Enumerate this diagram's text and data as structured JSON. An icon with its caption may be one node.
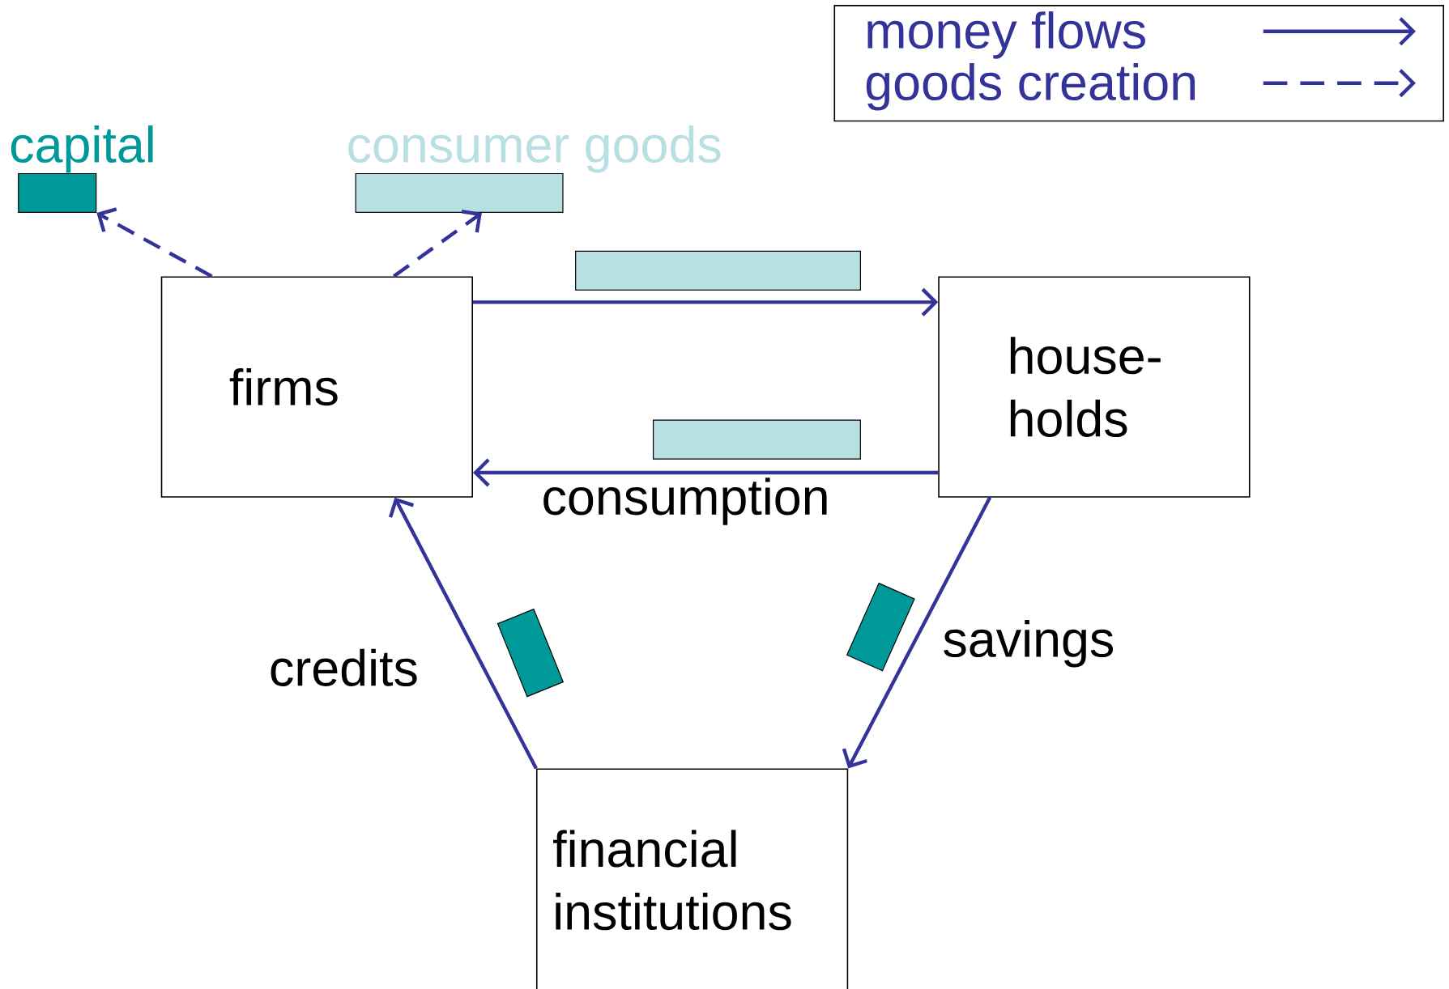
{
  "diagram": {
    "nodes": [
      {
        "text": [
          "firms"
        ]
      },
      {
        "text": [
          "house- holds"
        ]
      },
      {
        "text": [
          "financial institutions"
        ]
      },
      {
        "text": [
          "capital"
        ]
      },
      {
        "text": [
          "consumer goods"
        ]
      },
      {
        "text": [],
        "shape": "box"
      },
      {
        "text": [],
        "shape": "box"
      },
      {
        "text": [],
        "shape": "box"
      },
      {
        "text": [],
        "shape": "box"
      }
    ],
    "edges": [
      {
        "from": 0,
        "to": 3,
        "arrow": "to",
        "style": "dashed"
      },
      {
        "from": 0,
        "to": 4,
        "arrow": "to",
        "style": "dashed"
      },
      {
        "from": 0,
        "to": 1,
        "arrow": "to"
      },
      {
        "from": 1,
        "to": 0,
        "arrow": "to",
        "label": "consumption"
      },
      {
        "from": 1,
        "to": 2,
        "arrow": "to",
        "label": "savings"
      },
      {
        "from": 2,
        "to": 0,
        "arrow": "to",
        "label": "credits"
      }
    ],
    "legend": [
      {
        "text": "money flows"
      },
      {
        "text": "goods creation"
      }
    ]
  }
}
